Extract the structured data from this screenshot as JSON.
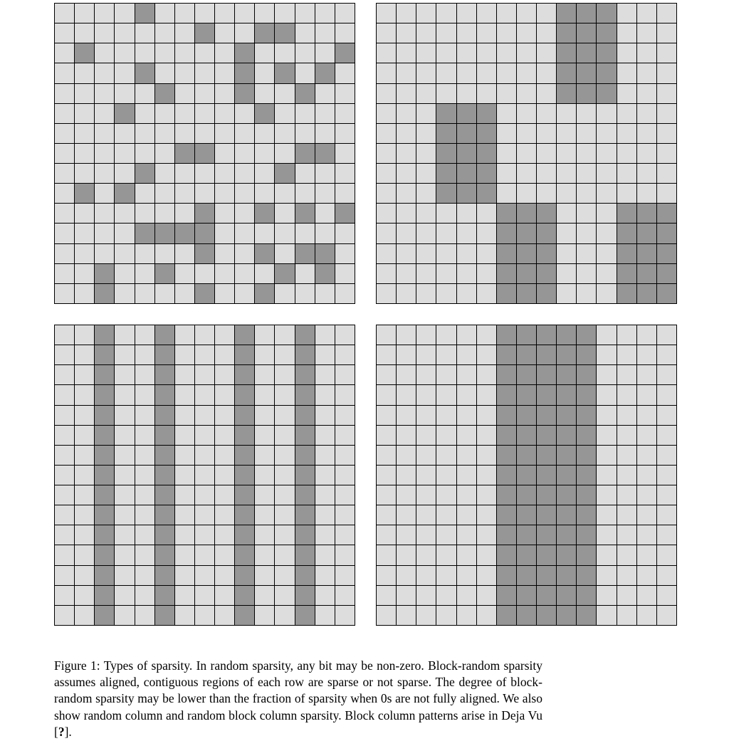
{
  "colors": {
    "zero_cell": "#dddddd",
    "nonzero_cell": "#969696",
    "grid_line": "#000000"
  },
  "grids": [
    {
      "id": "random",
      "rows": [
        "000010000000000",
        "000000010011000",
        "010000000100001",
        "000010000101010",
        "000001000100100",
        "000100000010000",
        "000000000000000",
        "000000110000110",
        "000010000001000",
        "010100000000000",
        "000000010010101",
        "000011110000000",
        "000000010010110",
        "001001000001010",
        "001000010010000"
      ]
    },
    {
      "id": "block-random",
      "rows": [
        "000000000111000",
        "000000000111000",
        "000000000111000",
        "000000000111000",
        "000000000111000",
        "000111000000000",
        "000111000000000",
        "000111000000000",
        "000111000000000",
        "000111000000000",
        "000000111000111",
        "000000111000111",
        "000000111000111",
        "000000111000111",
        "000000111000111"
      ]
    },
    {
      "id": "random-column",
      "rows": [
        "001001000100100",
        "001001000100100",
        "001001000100100",
        "001001000100100",
        "001001000100100",
        "001001000100100",
        "001001000100100",
        "001001000100100",
        "001001000100100",
        "001001000100100",
        "001001000100100",
        "001001000100100",
        "001001000100100",
        "001001000100100",
        "001001000100100"
      ]
    },
    {
      "id": "block-column",
      "rows": [
        "000000111110000",
        "000000111110000",
        "000000111110000",
        "000000111110000",
        "000000111110000",
        "000000111110000",
        "000000111110000",
        "000000111110000",
        "000000111110000",
        "000000111110000",
        "000000111110000",
        "000000111110000",
        "000000111110000",
        "000000111110000",
        "000000111110000"
      ]
    }
  ],
  "caption": {
    "main": "Figure 1: Types of sparsity. In random sparsity, any bit may be non-zero. Block-random sparsity assumes aligned, contiguous regions of each row are sparse or not sparse. The degree of block-random sparsity may be lower than the fraction of sparsity when 0s are not fully aligned. We also show random column and random block column sparsity. Block column patterns arise in Deja Vu [",
    "ref": "?",
    "tail": "]."
  }
}
